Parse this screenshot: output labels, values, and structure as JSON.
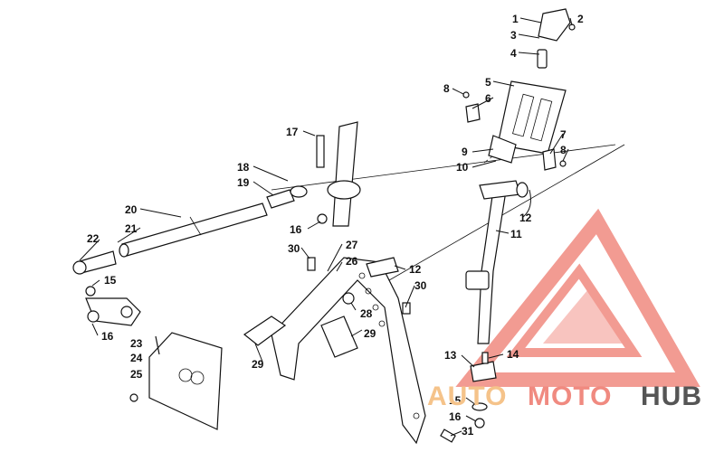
{
  "watermark": {
    "part1": "AUTO",
    "part2": "MOTO",
    "part3": "HUB",
    "color_primary": "#f08a80",
    "color_secondary": "#f5c38a",
    "color_dark": "#555555"
  },
  "callouts": [
    {
      "id": "c1",
      "label": "1"
    },
    {
      "id": "c2",
      "label": "2"
    },
    {
      "id": "c3",
      "label": "3"
    },
    {
      "id": "c4",
      "label": "4"
    },
    {
      "id": "c5",
      "label": "5"
    },
    {
      "id": "c6",
      "label": "6"
    },
    {
      "id": "c7",
      "label": "7"
    },
    {
      "id": "c8a",
      "label": "8"
    },
    {
      "id": "c8b",
      "label": "8"
    },
    {
      "id": "c9",
      "label": "9"
    },
    {
      "id": "c10",
      "label": "10"
    },
    {
      "id": "c11",
      "label": "11"
    },
    {
      "id": "c12a",
      "label": "12"
    },
    {
      "id": "c12b",
      "label": "12"
    },
    {
      "id": "c13",
      "label": "13"
    },
    {
      "id": "c14",
      "label": "14"
    },
    {
      "id": "c15a",
      "label": "15"
    },
    {
      "id": "c15b",
      "label": "15"
    },
    {
      "id": "c16a",
      "label": "16"
    },
    {
      "id": "c16b",
      "label": "16"
    },
    {
      "id": "c16c",
      "label": "16"
    },
    {
      "id": "c17",
      "label": "17"
    },
    {
      "id": "c18",
      "label": "18"
    },
    {
      "id": "c19",
      "label": "19"
    },
    {
      "id": "c20",
      "label": "20"
    },
    {
      "id": "c21",
      "label": "21"
    },
    {
      "id": "c22",
      "label": "22"
    },
    {
      "id": "c23",
      "label": "23"
    },
    {
      "id": "c24",
      "label": "24"
    },
    {
      "id": "c25",
      "label": "25"
    },
    {
      "id": "c26",
      "label": "26"
    },
    {
      "id": "c27",
      "label": "27"
    },
    {
      "id": "c28",
      "label": "28"
    },
    {
      "id": "c29a",
      "label": "29"
    },
    {
      "id": "c29b",
      "label": "29"
    },
    {
      "id": "c30a",
      "label": "30"
    },
    {
      "id": "c30b",
      "label": "30"
    },
    {
      "id": "c31",
      "label": "31"
    }
  ]
}
